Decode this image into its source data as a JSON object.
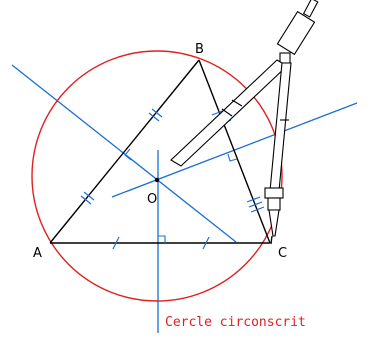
{
  "figure": {
    "points": {
      "A": "A",
      "B": "B",
      "C": "C",
      "O": "O"
    },
    "caption": "Cercle circonscrit"
  },
  "colors": {
    "triangle": "#000000",
    "circle": "#e02020",
    "bisectors": "#1a6fd6",
    "compass": "#000000",
    "caption": "#e02020"
  },
  "icons": {
    "instrument": "compass-icon"
  }
}
